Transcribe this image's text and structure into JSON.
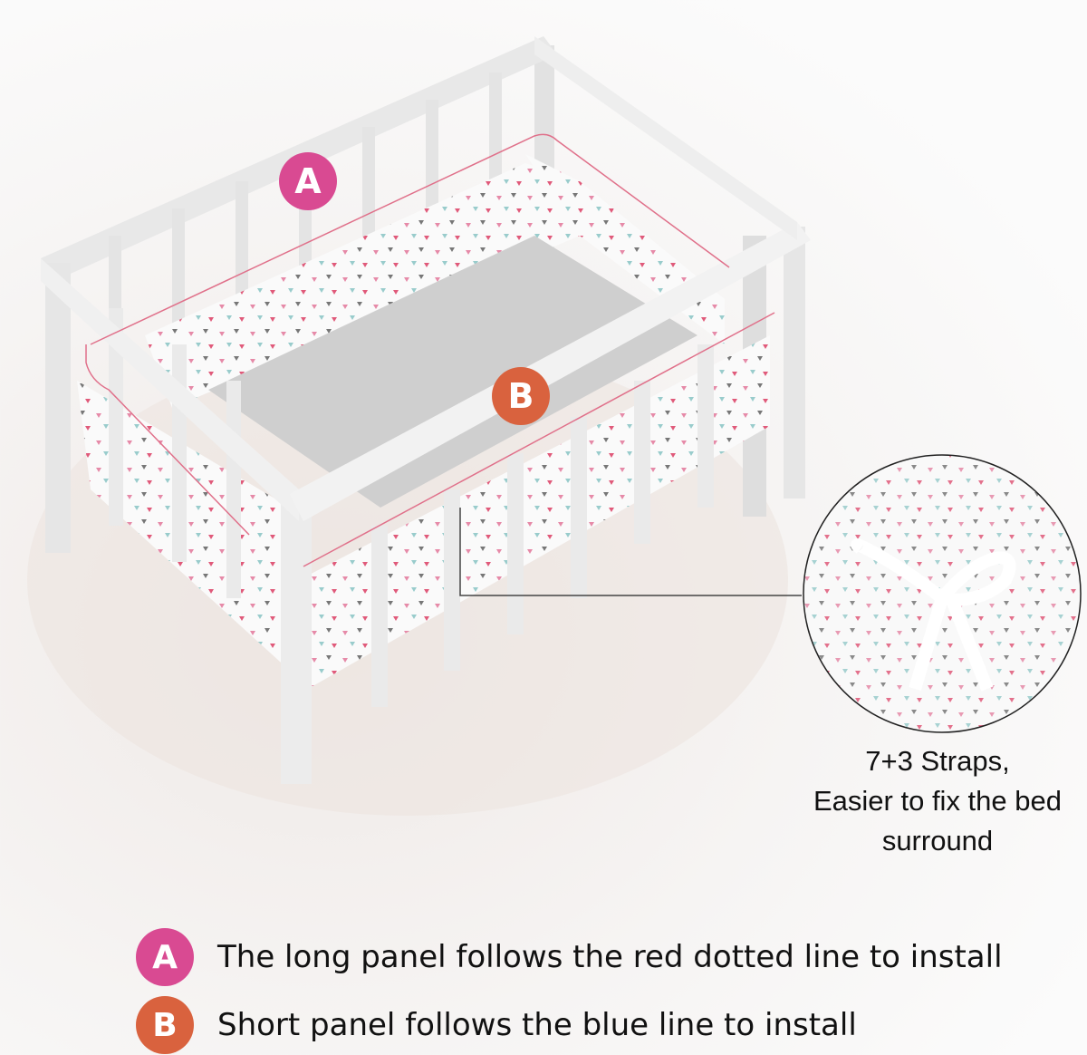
{
  "labels": {
    "a": "A",
    "b": "B"
  },
  "colors": {
    "a": "#d94a92",
    "b": "#d9623e",
    "red_line": "#e0708a"
  },
  "callout": {
    "lines": [
      "7+3 Straps,",
      "Easier to fix the bed",
      "surround"
    ]
  },
  "legend": [
    {
      "badge": "A",
      "text": "The long panel follows the red dotted line to install"
    },
    {
      "badge": "B",
      "text": "Short panel follows the blue line to install"
    }
  ]
}
